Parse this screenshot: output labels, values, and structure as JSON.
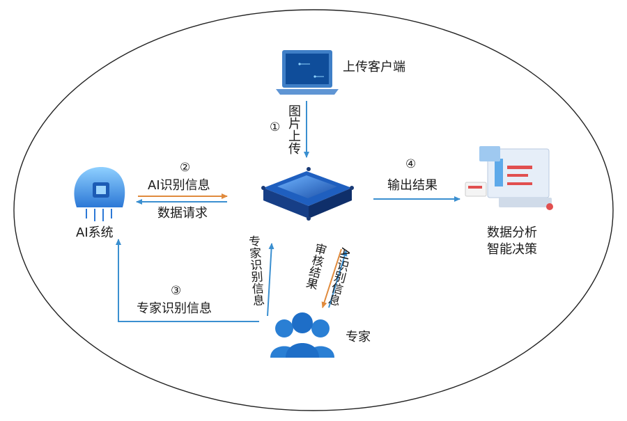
{
  "nodes": {
    "client": "上传客户端",
    "ai_system": "AI系统",
    "analysis_line1": "数据分析",
    "analysis_line2": "智能决策",
    "expert": "专家"
  },
  "steps": {
    "step1_num": "①",
    "step1_label": "图片上传",
    "step2_num": "②",
    "step2_label_top": "AI识别信息",
    "step2_label_bottom": "数据请求",
    "step3_num": "③",
    "step3_label": "专家识别信息",
    "step4_num": "④",
    "step4_label": "输出结果"
  },
  "expert_links": {
    "up_label": "专家识别信息",
    "review_label": "审核结果",
    "ai_label": "AI识别信息"
  },
  "colors": {
    "arrow_blue": "#3a8fd0",
    "arrow_orange": "#e08a3c",
    "icon_blue": "#2e7fd1",
    "ellipse": "#222222"
  }
}
